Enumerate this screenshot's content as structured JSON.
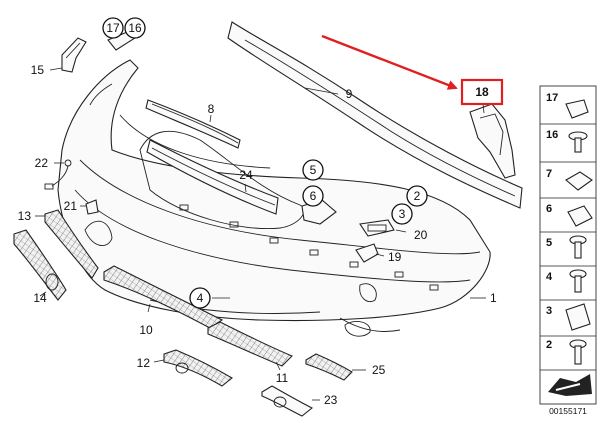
{
  "accent_color": "#e02020",
  "highlighted_part": "18",
  "callouts": {
    "c1": "1",
    "c2": "2",
    "c3": "3",
    "c4": "4",
    "c5": "5",
    "c6": "6",
    "c8": "8",
    "c9": "9",
    "c10": "10",
    "c11": "11",
    "c12": "12",
    "c13": "13",
    "c14": "14",
    "c15": "15",
    "c16": "16",
    "c17": "17",
    "c18": "18",
    "c19": "19",
    "c20": "20",
    "c21": "21",
    "c22": "22",
    "c23": "23",
    "c24": "24",
    "c25": "25"
  },
  "legend": {
    "items": [
      "17",
      "16",
      "7",
      "6",
      "5",
      "4",
      "3",
      "2"
    ]
  },
  "diagram_id": "00155171"
}
